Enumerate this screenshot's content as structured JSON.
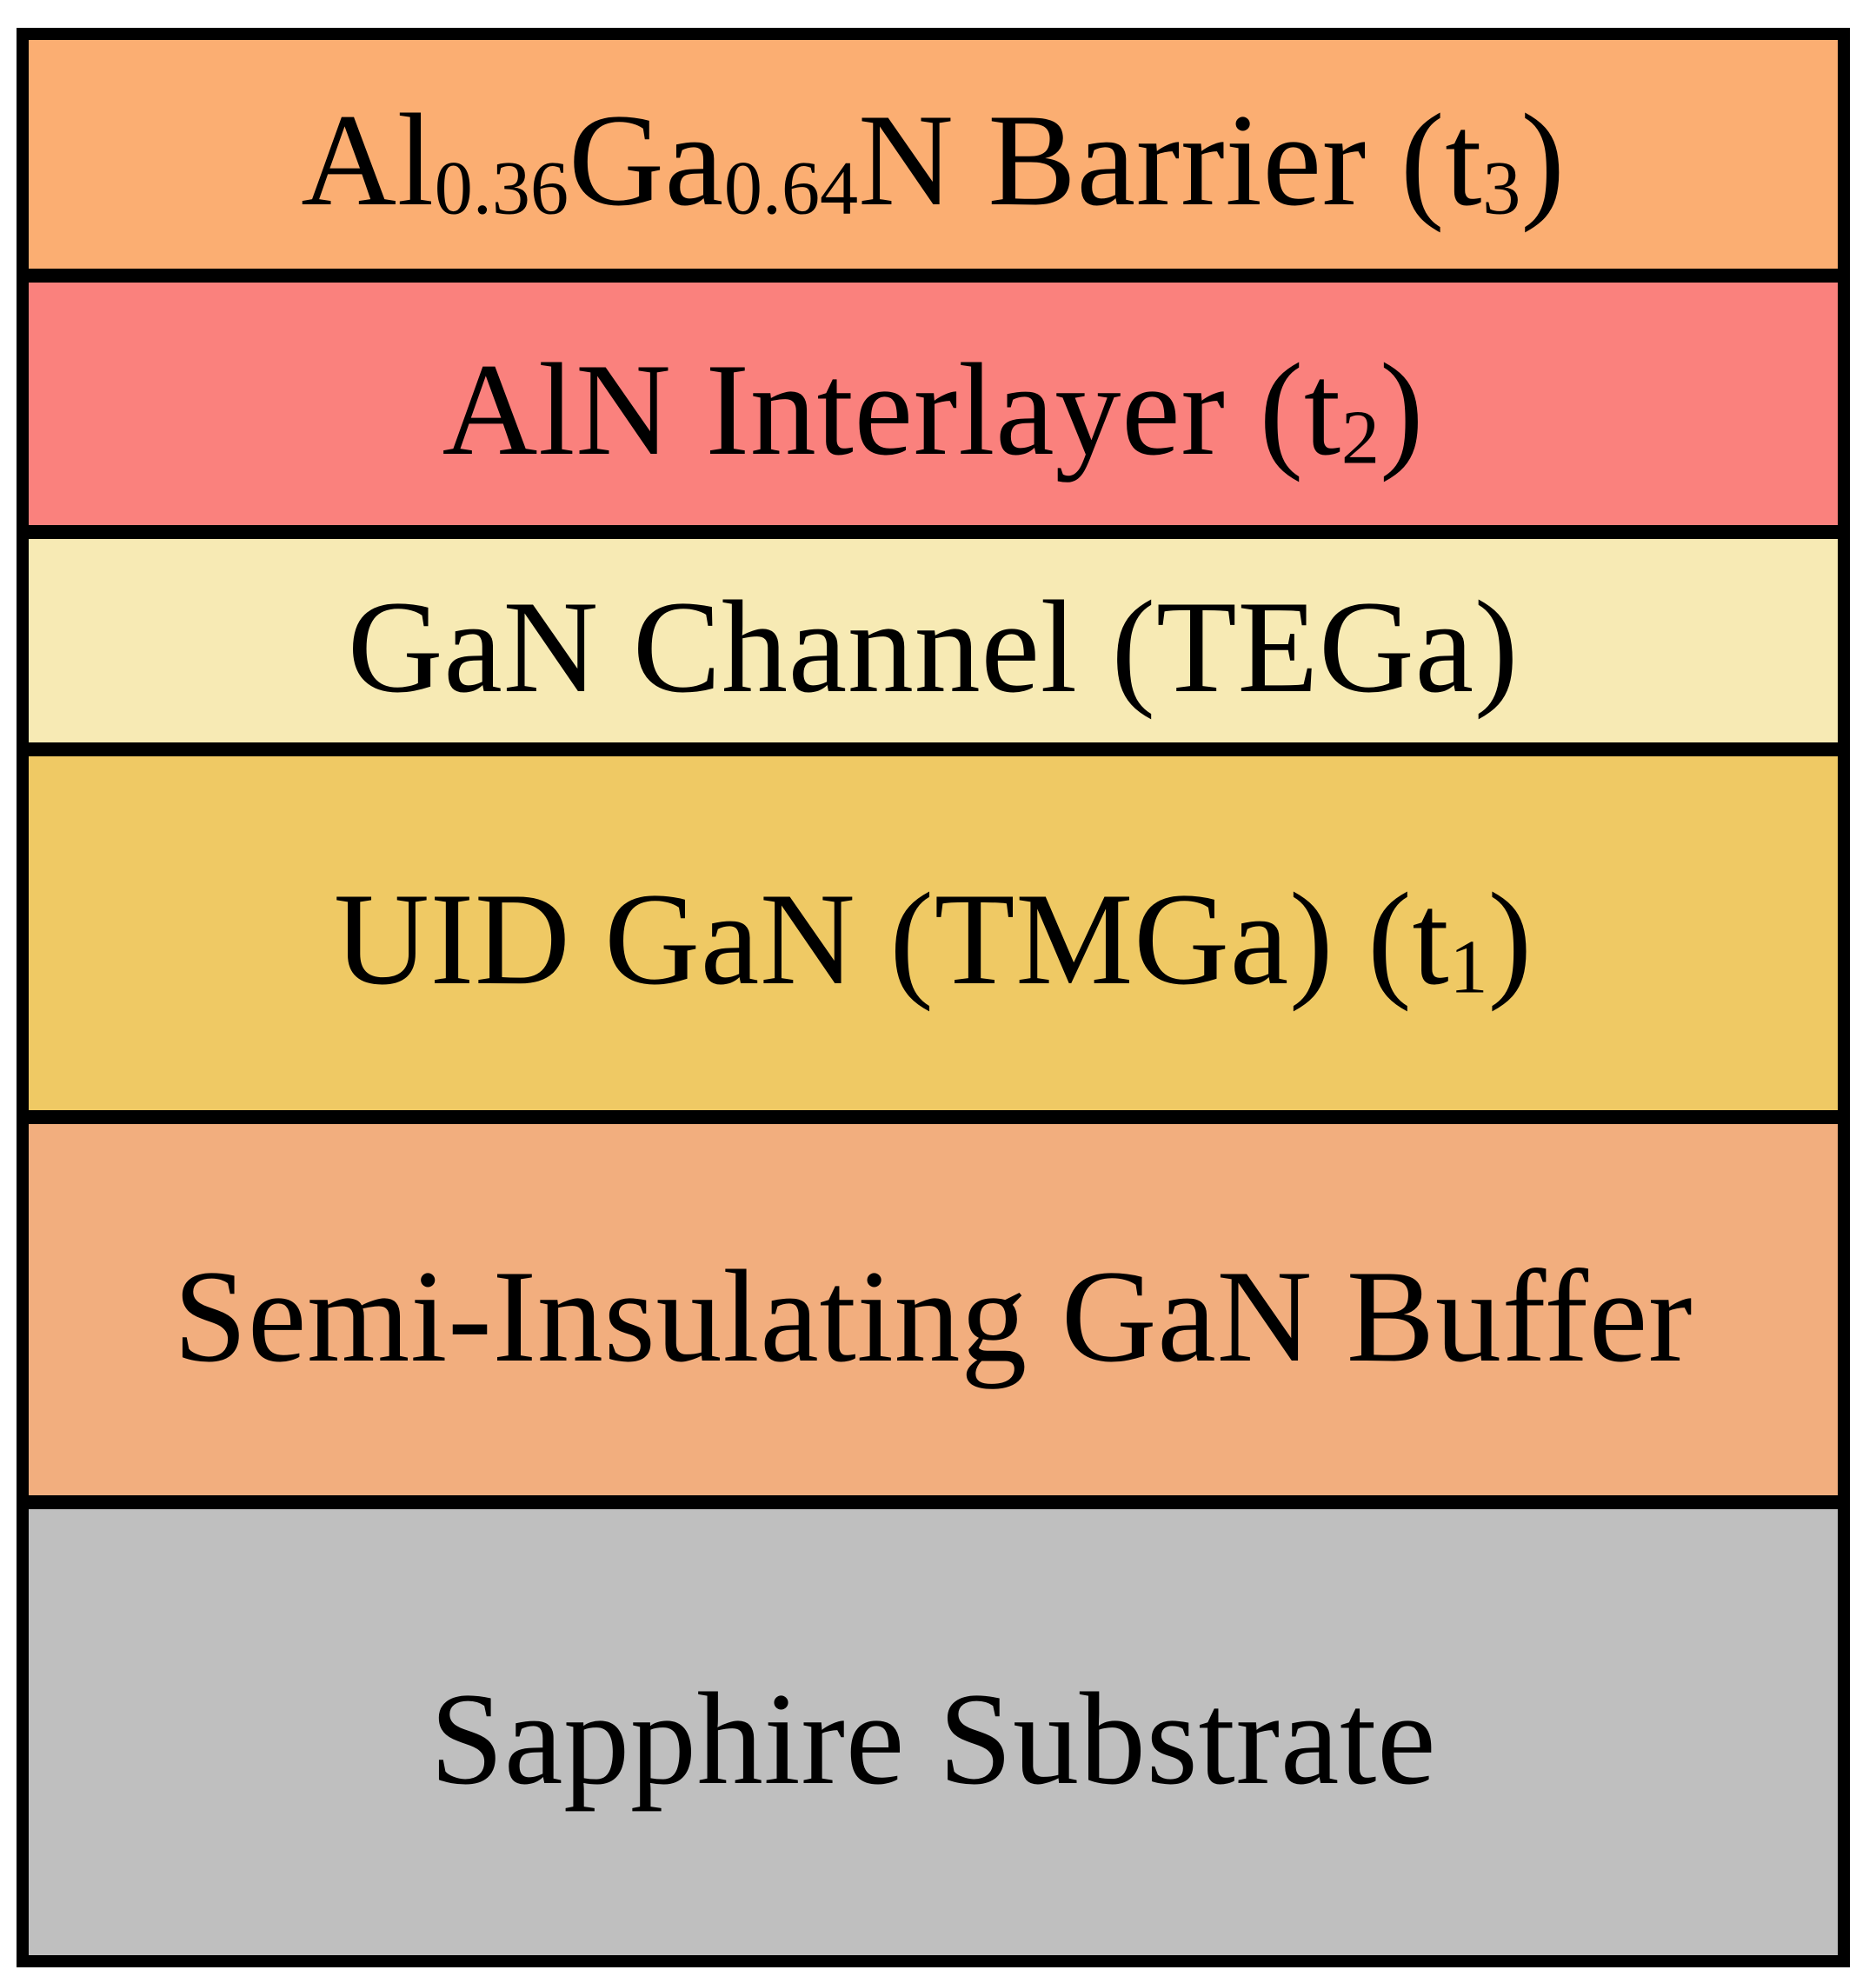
{
  "diagram": {
    "description": "Epitaxial layer stack of AlGaN/GaN HEMT structure on sapphire",
    "border_color": "#000000",
    "text_color": "#000000",
    "background_color": "#ffffff",
    "layers": [
      {
        "id": "algan-barrier",
        "text": "Al0.36Ga0.64N Barrier (t3)",
        "color": "#FBAE72",
        "label_parts": [
          {
            "t": "Al"
          },
          {
            "t": "0.36",
            "sub": true
          },
          {
            "t": "Ga"
          },
          {
            "t": "0.64",
            "sub": true
          },
          {
            "t": "N Barrier (t"
          },
          {
            "t": "3",
            "sub": true
          },
          {
            "t": ")"
          }
        ]
      },
      {
        "id": "aln-interlayer",
        "text": "AlN Interlayer (t2)",
        "color": "#FA817D",
        "label_parts": [
          {
            "t": "AlN Interlayer (t"
          },
          {
            "t": "2",
            "sub": true
          },
          {
            "t": ")"
          }
        ]
      },
      {
        "id": "gan-channel",
        "text": "GaN Channel (TEGa)",
        "color": "#F7EAB4",
        "label_parts": [
          {
            "t": "GaN Channel (TEGa)"
          }
        ]
      },
      {
        "id": "uid-gan",
        "text": "UID GaN (TMGa) (t1)",
        "color": "#EFC964",
        "label_parts": [
          {
            "t": "UID GaN (TMGa) (t"
          },
          {
            "t": "1",
            "sub": true
          },
          {
            "t": ")"
          }
        ]
      },
      {
        "id": "si-gan-buffer",
        "text": "Semi-Insulating GaN Buffer",
        "color": "#F2AE7E",
        "label_parts": [
          {
            "t": "Semi-Insulating GaN Buffer"
          }
        ]
      },
      {
        "id": "sapphire-substrate",
        "text": "Sapphire Substrate",
        "color": "#BFBFBF",
        "label_parts": [
          {
            "t": "Sapphire Substrate"
          }
        ]
      }
    ]
  }
}
